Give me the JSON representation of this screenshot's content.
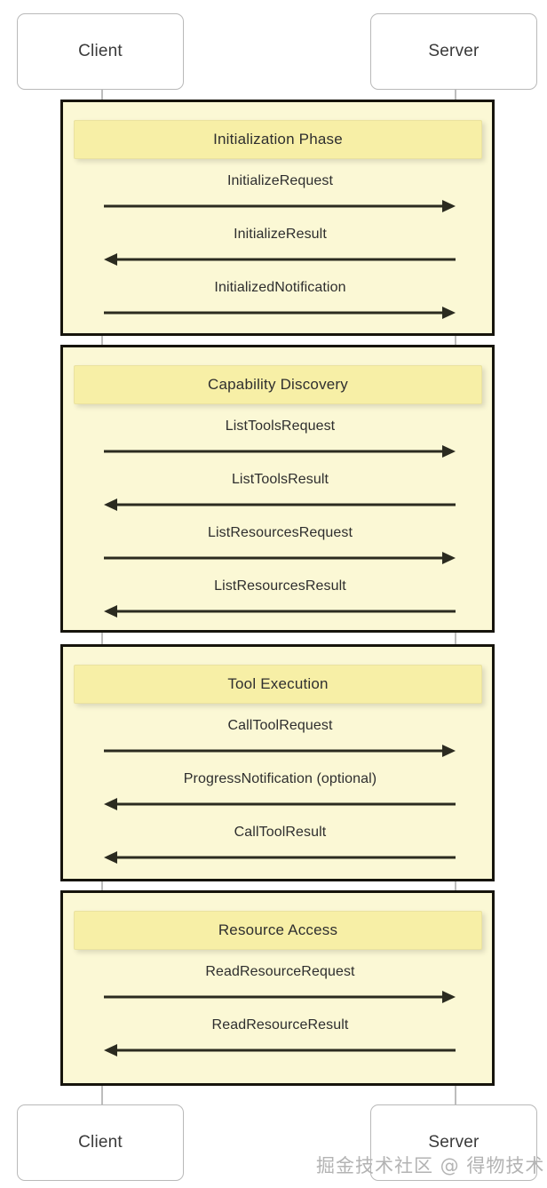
{
  "diagram": {
    "type": "sequence-diagram",
    "participants": [
      {
        "id": "client",
        "label": "Client"
      },
      {
        "id": "server",
        "label": "Server"
      }
    ],
    "phases": [
      {
        "title": "Initialization Phase",
        "messages": [
          {
            "label": "InitializeRequest",
            "direction": "right"
          },
          {
            "label": "InitializeResult",
            "direction": "left"
          },
          {
            "label": "InitializedNotification",
            "direction": "right"
          }
        ]
      },
      {
        "title": "Capability Discovery",
        "messages": [
          {
            "label": "ListToolsRequest",
            "direction": "right"
          },
          {
            "label": "ListToolsResult",
            "direction": "left"
          },
          {
            "label": "ListResourcesRequest",
            "direction": "right"
          },
          {
            "label": "ListResourcesResult",
            "direction": "left"
          }
        ]
      },
      {
        "title": "Tool Execution",
        "messages": [
          {
            "label": "CallToolRequest",
            "direction": "right"
          },
          {
            "label": "ProgressNotification (optional)",
            "direction": "left"
          },
          {
            "label": "CallToolResult",
            "direction": "left"
          }
        ]
      },
      {
        "title": "Resource Access",
        "messages": [
          {
            "label": "ReadResourceRequest",
            "direction": "right"
          },
          {
            "label": "ReadResourceResult",
            "direction": "left"
          }
        ]
      }
    ],
    "watermark": "掘金技术社区 @ 得物技术",
    "colors": {
      "frame_fill": "#FBF8D5",
      "frame_border": "#16140C",
      "banner_fill": "#F7EFA6",
      "actor_border": "#B9B9B9",
      "lifeline": "#BDBDBD",
      "arrow": "#2B2B20",
      "text": "#2E2E2E",
      "watermark": "#B3B3B3"
    }
  }
}
